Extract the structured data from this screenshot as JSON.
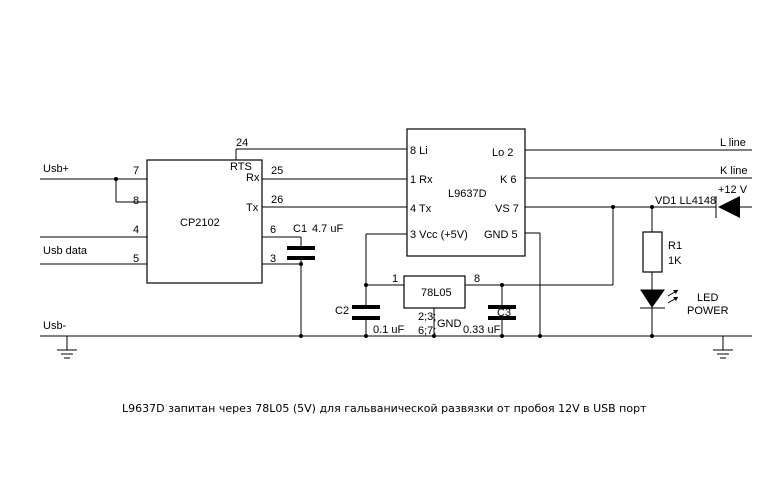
{
  "net_labels": {
    "usb_plus": "Usb+",
    "usb_data": "Usb data",
    "usb_minus": "Usb-",
    "l_line": "L line",
    "k_line": "K line",
    "plus_12v": "+12 V"
  },
  "cp2102": {
    "name": "CP2102",
    "pins": {
      "p7": "7",
      "p8": "8",
      "p4": "4",
      "p5": "5",
      "p24": "24",
      "p25": "25",
      "p26": "26",
      "p6": "6",
      "p3": "3",
      "rts": "RTS",
      "rx": "Rx",
      "tx": "Tx"
    }
  },
  "l9637d": {
    "name": "L9637D",
    "left_pins": [
      "8 Li",
      "1 Rx",
      "4 Tx",
      "3  Vcc (+5V)"
    ],
    "right_pins": [
      "Lo 2",
      "K 6",
      "VS 7",
      "GND  5"
    ]
  },
  "regulator": {
    "name": "78L05",
    "pin_in": "1",
    "pin_out": "8",
    "gnd_pins_line1": "2;3;",
    "gnd_pins_line2": "6;7;",
    "gnd_label": "GND"
  },
  "c1": {
    "name": "C1",
    "value": "4.7 uF"
  },
  "c2": {
    "name": "C2",
    "value": "0.1 uF"
  },
  "c3": {
    "name": "C3",
    "value": "0.33 uF"
  },
  "r1": {
    "name": "R1",
    "value": "1K"
  },
  "vd1": {
    "name": "VD1 LL4148"
  },
  "led": {
    "line1": "LED",
    "line2": "POWER"
  },
  "caption": "L9637D запитан через 78L05 (5V) для гальванической развязки от пробоя 12V в USB порт"
}
